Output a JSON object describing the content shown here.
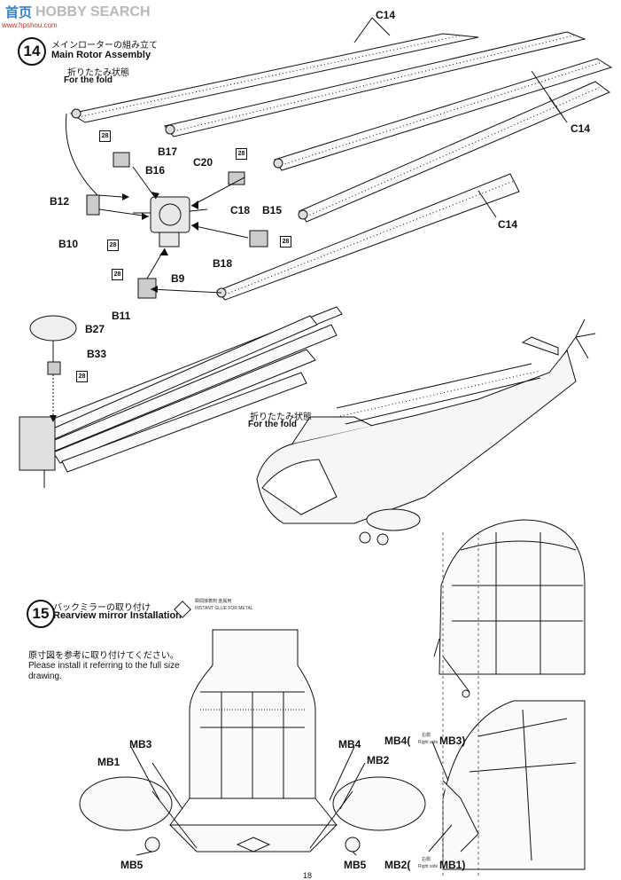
{
  "watermark": {
    "brand": "HOBBY SEARCH",
    "logo_text": "首页",
    "url": "www.hpshou.com"
  },
  "step14": {
    "number": "14",
    "title_jp": "メインローターの組み立て",
    "title_en": "Main Rotor Assembly",
    "fold_jp": "折りたたみ状態",
    "fold_en": "For the fold"
  },
  "fold2": {
    "jp": "折りたたみ状態",
    "en": "For the fold"
  },
  "parts": {
    "c14_top": "C14",
    "c14_right": "C14",
    "c14_mid": "C14",
    "b17": "B17",
    "b16": "B16",
    "c20": "C20",
    "c18": "C18",
    "b15": "B15",
    "b12": "B12",
    "b10": "B10",
    "b18": "B18",
    "b9": "B9",
    "b11": "B11",
    "b27": "B27",
    "b33": "B33"
  },
  "glue_num": "28",
  "step15": {
    "number": "15",
    "title_jp": "バックミラーの取り付け",
    "title_en": "Rearview mirror Installation",
    "glue_jp": "瞬間接着剤 金属用",
    "glue_en": "INSTANT GLUE FOR METAL",
    "note_jp": "原寸図を参考に取り付けてください。",
    "note_en_1": "Please install it referring to the full size",
    "note_en_2": "drawing."
  },
  "mirror": {
    "mb3": "MB3",
    "mb4": "MB4",
    "mb1": "MB1",
    "mb2": "MB2",
    "mb5_left": "MB5",
    "mb5_right": "MB5",
    "side_top": "MB4(",
    "side_top_close": "MB3)",
    "side_bottom": "MB2(",
    "side_bottom_close": "MB1)",
    "right_side_jp": "右側",
    "right_side_en": "Right side"
  },
  "page_number": "18"
}
